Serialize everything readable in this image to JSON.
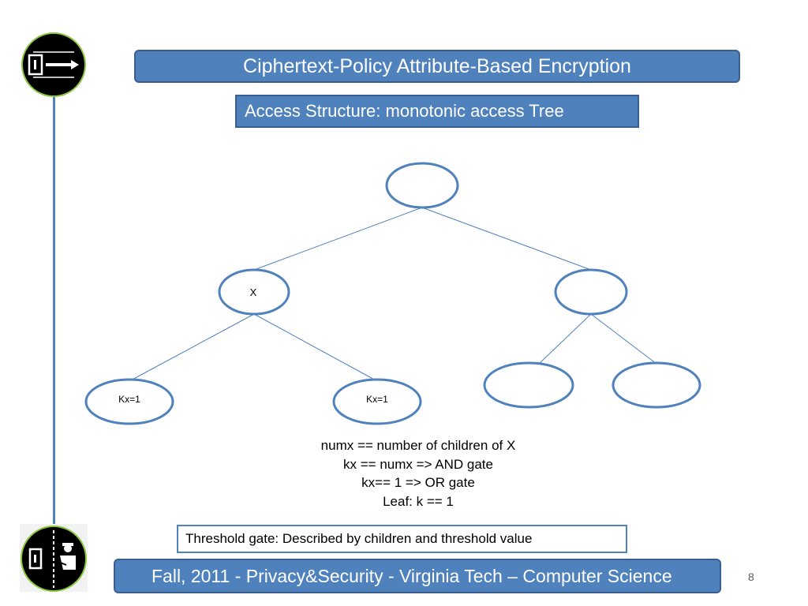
{
  "slide": {
    "title": "Ciphertext-Policy Attribute-Based Encryption",
    "subtitle": "Access Structure: monotonic access Tree",
    "footer": "Fall, 2011  - Privacy&Security  - Virginia Tech – Computer Science",
    "page_number": "8"
  },
  "tree": {
    "node_x_label": "X",
    "leaf_left_label": "Kx=1",
    "leaf_right_label": "Kx=1"
  },
  "notes": {
    "line1": "numx == number of children of  X",
    "line2": "kx == numx => AND gate",
    "line3": "kx== 1  => OR gate",
    "line4": "Leaf: k == 1"
  },
  "threshold": "Threshold gate: Described by children and threshold value",
  "colors": {
    "accent": "#4f81bd",
    "accent_border": "#3a5f8f",
    "icon_ring": "#8cc63f",
    "icon_fill": "#000000"
  },
  "icons": [
    "door-exit-icon",
    "officer-checkpoint-icon"
  ]
}
